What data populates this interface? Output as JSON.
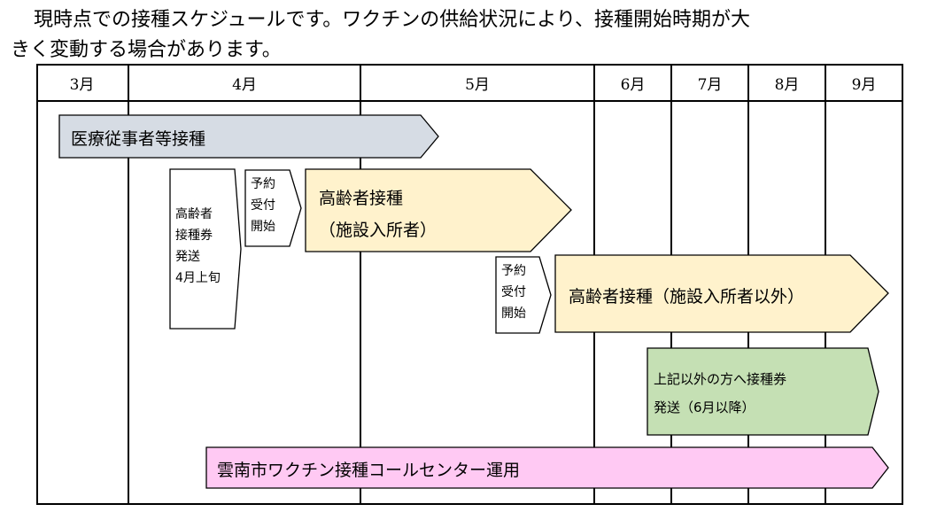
{
  "intro": {
    "line1": "現時点での接種スケジュールです。ワクチンの供給状況により、接種開始時期が大",
    "line2": "きく変動する場合があります。"
  },
  "months": [
    "3月",
    "4月",
    "5月",
    "6月",
    "7月",
    "8月",
    "9月"
  ],
  "bars": {
    "medical": "医療従事者等接種",
    "ticket_elderly": [
      "高齢者",
      "接種券",
      "発送",
      "4月上旬"
    ],
    "reservation1": [
      "予約",
      "受付",
      "開始"
    ],
    "elderly_facility": [
      "高齢者接種",
      "（施設入所者）"
    ],
    "reservation2": [
      "予約",
      "受付",
      "開始"
    ],
    "elderly_other": "高齢者接種（施設入所者以外）",
    "others_ticket": [
      "上記以外の方へ接種券",
      "発送（6月以降）"
    ],
    "call_center": "雲南市ワクチン接種コールセンター運用"
  },
  "colors": {
    "gray": "#d6dce4",
    "yellow": "#fff2cc",
    "green": "#c5e0b4",
    "pink": "#ffc9f3"
  }
}
